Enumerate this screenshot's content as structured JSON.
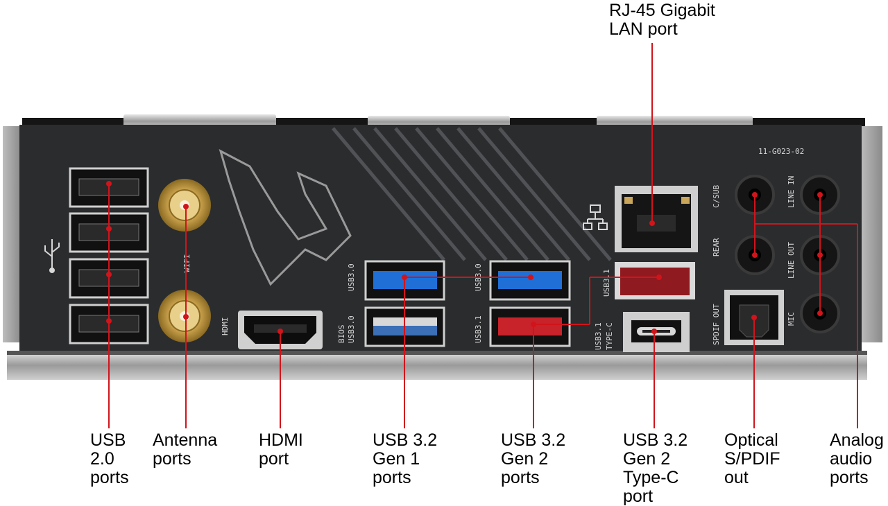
{
  "colors": {
    "callout_line": "#d1141b",
    "panel": "#2b2c2e",
    "usb_gen1": "#1f6fd6",
    "usb_gen2": "#c8222b"
  },
  "silkscreen": {
    "model": "11-G023-02",
    "wifi": "WIFI",
    "hdmi": "HDMI",
    "bios": "BIOS",
    "usb30_left_a": "USB3.0",
    "usb30_left_b": "USB3.0",
    "usb30_right": "USB3.0",
    "usb31_left": "USB3.1",
    "usb31_right": "USB3.1",
    "usb31_typec_a": "USB3.1",
    "usb31_typec_b": "TYPE-C",
    "spdif": "SPDIF OUT",
    "csub": "C/SUB",
    "rear": "REAR",
    "line_in": "LINE IN",
    "line_out": "LINE OUT",
    "mic": "MIC"
  },
  "callouts": {
    "rj45": "RJ-45 Gigabit\nLAN port",
    "usb20": "USB\n2.0\nports",
    "antenna": "Antenna\nports",
    "hdmi": "HDMI\nport",
    "usb_gen1": "USB 3.2\nGen 1\nports",
    "usb_gen2": "USB 3.2\nGen 2\nports",
    "usb_typec": "USB 3.2\nGen 2\nType-C\nport",
    "optical": "Optical\nS/PDIF\nout",
    "analog": "Analog\naudio\nports"
  }
}
